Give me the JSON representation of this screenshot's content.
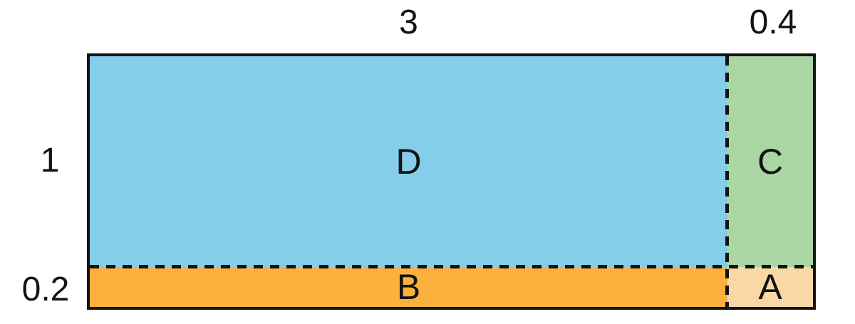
{
  "diagram": {
    "kind": "area-model-rectangle",
    "background_color": "#ffffff",
    "line_color": "#131313",
    "text_color": "#131313",
    "top_edge_labels": [
      {
        "text": "3"
      },
      {
        "text": "0.4"
      }
    ],
    "left_edge_labels": [
      {
        "text": "1"
      },
      {
        "text": "0.2"
      }
    ],
    "regions": {
      "D": {
        "label": "D",
        "width_value": "3",
        "height_value": "1",
        "color": "#85CEEA"
      },
      "C": {
        "label": "C",
        "width_value": "0.4",
        "height_value": "1",
        "color": "#A9D6A3"
      },
      "B": {
        "label": "B",
        "width_value": "3",
        "height_value": "0.2",
        "color": "#FBB13C"
      },
      "A": {
        "label": "A",
        "width_value": "0.4",
        "height_value": "0.2",
        "color": "#FAD8A6"
      }
    }
  }
}
